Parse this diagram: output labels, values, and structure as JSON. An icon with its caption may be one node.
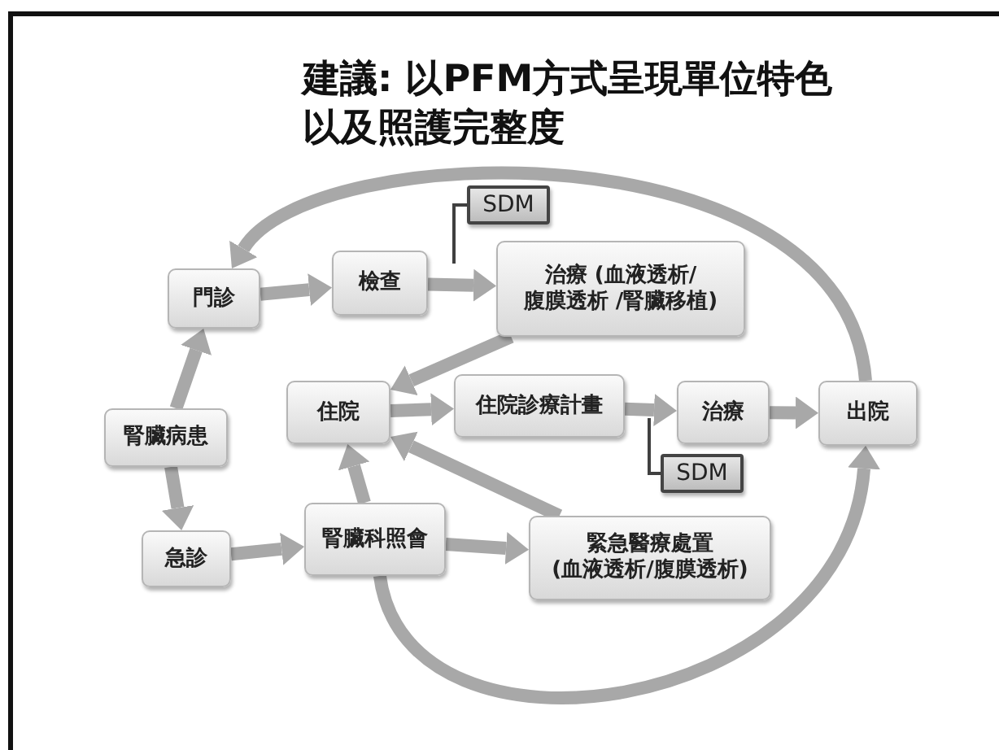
{
  "diagram": {
    "title": "建議: 以PFM方式呈現單位特色以及照護完整度",
    "nodes": [
      {
        "text": [
          "門診"
        ]
      },
      {
        "text": [
          "檢查"
        ]
      },
      {
        "text": [
          "SDM"
        ]
      },
      {
        "text": [
          "治療 (血液透析/腹膜透析 /腎臟移植)"
        ]
      },
      {
        "text": [
          "腎臟病患"
        ]
      },
      {
        "text": [
          "住院"
        ]
      },
      {
        "text": [
          "住院診療計畫"
        ]
      },
      {
        "text": [
          "治療"
        ]
      },
      {
        "text": [
          "出院"
        ]
      },
      {
        "text": [
          "SDM"
        ]
      },
      {
        "text": [
          "急診"
        ]
      },
      {
        "text": [
          "腎臟科照會"
        ]
      },
      {
        "text": [
          "緊急醫療處置 (血液透析/腹膜透析)"
        ]
      }
    ],
    "edges": [
      {
        "from": 4,
        "to": 0,
        "arrow": "to"
      },
      {
        "from": 4,
        "to": 10,
        "arrow": "to"
      },
      {
        "from": 0,
        "to": 1,
        "arrow": "to"
      },
      {
        "from": 1,
        "to": 3,
        "arrow": "to"
      },
      {
        "from": 2,
        "to": null,
        "arrow": "none",
        "color": "#404040"
      },
      {
        "from": 3,
        "to": 5,
        "arrow": "to"
      },
      {
        "from": 5,
        "to": 6,
        "arrow": "to"
      },
      {
        "from": 6,
        "to": 7,
        "arrow": "to"
      },
      {
        "from": 9,
        "to": null,
        "arrow": "none",
        "color": "#404040"
      },
      {
        "from": 7,
        "to": 8,
        "arrow": "to"
      },
      {
        "from": 10,
        "to": 11,
        "arrow": "to"
      },
      {
        "from": 11,
        "to": 5,
        "arrow": "to"
      },
      {
        "from": 11,
        "to": 12,
        "arrow": "to"
      },
      {
        "from": 12,
        "to": 5,
        "arrow": "to"
      },
      {
        "from": 8,
        "to": 0,
        "arrow": "to"
      },
      {
        "from": 11,
        "to": 8,
        "arrow": "to"
      }
    ]
  }
}
